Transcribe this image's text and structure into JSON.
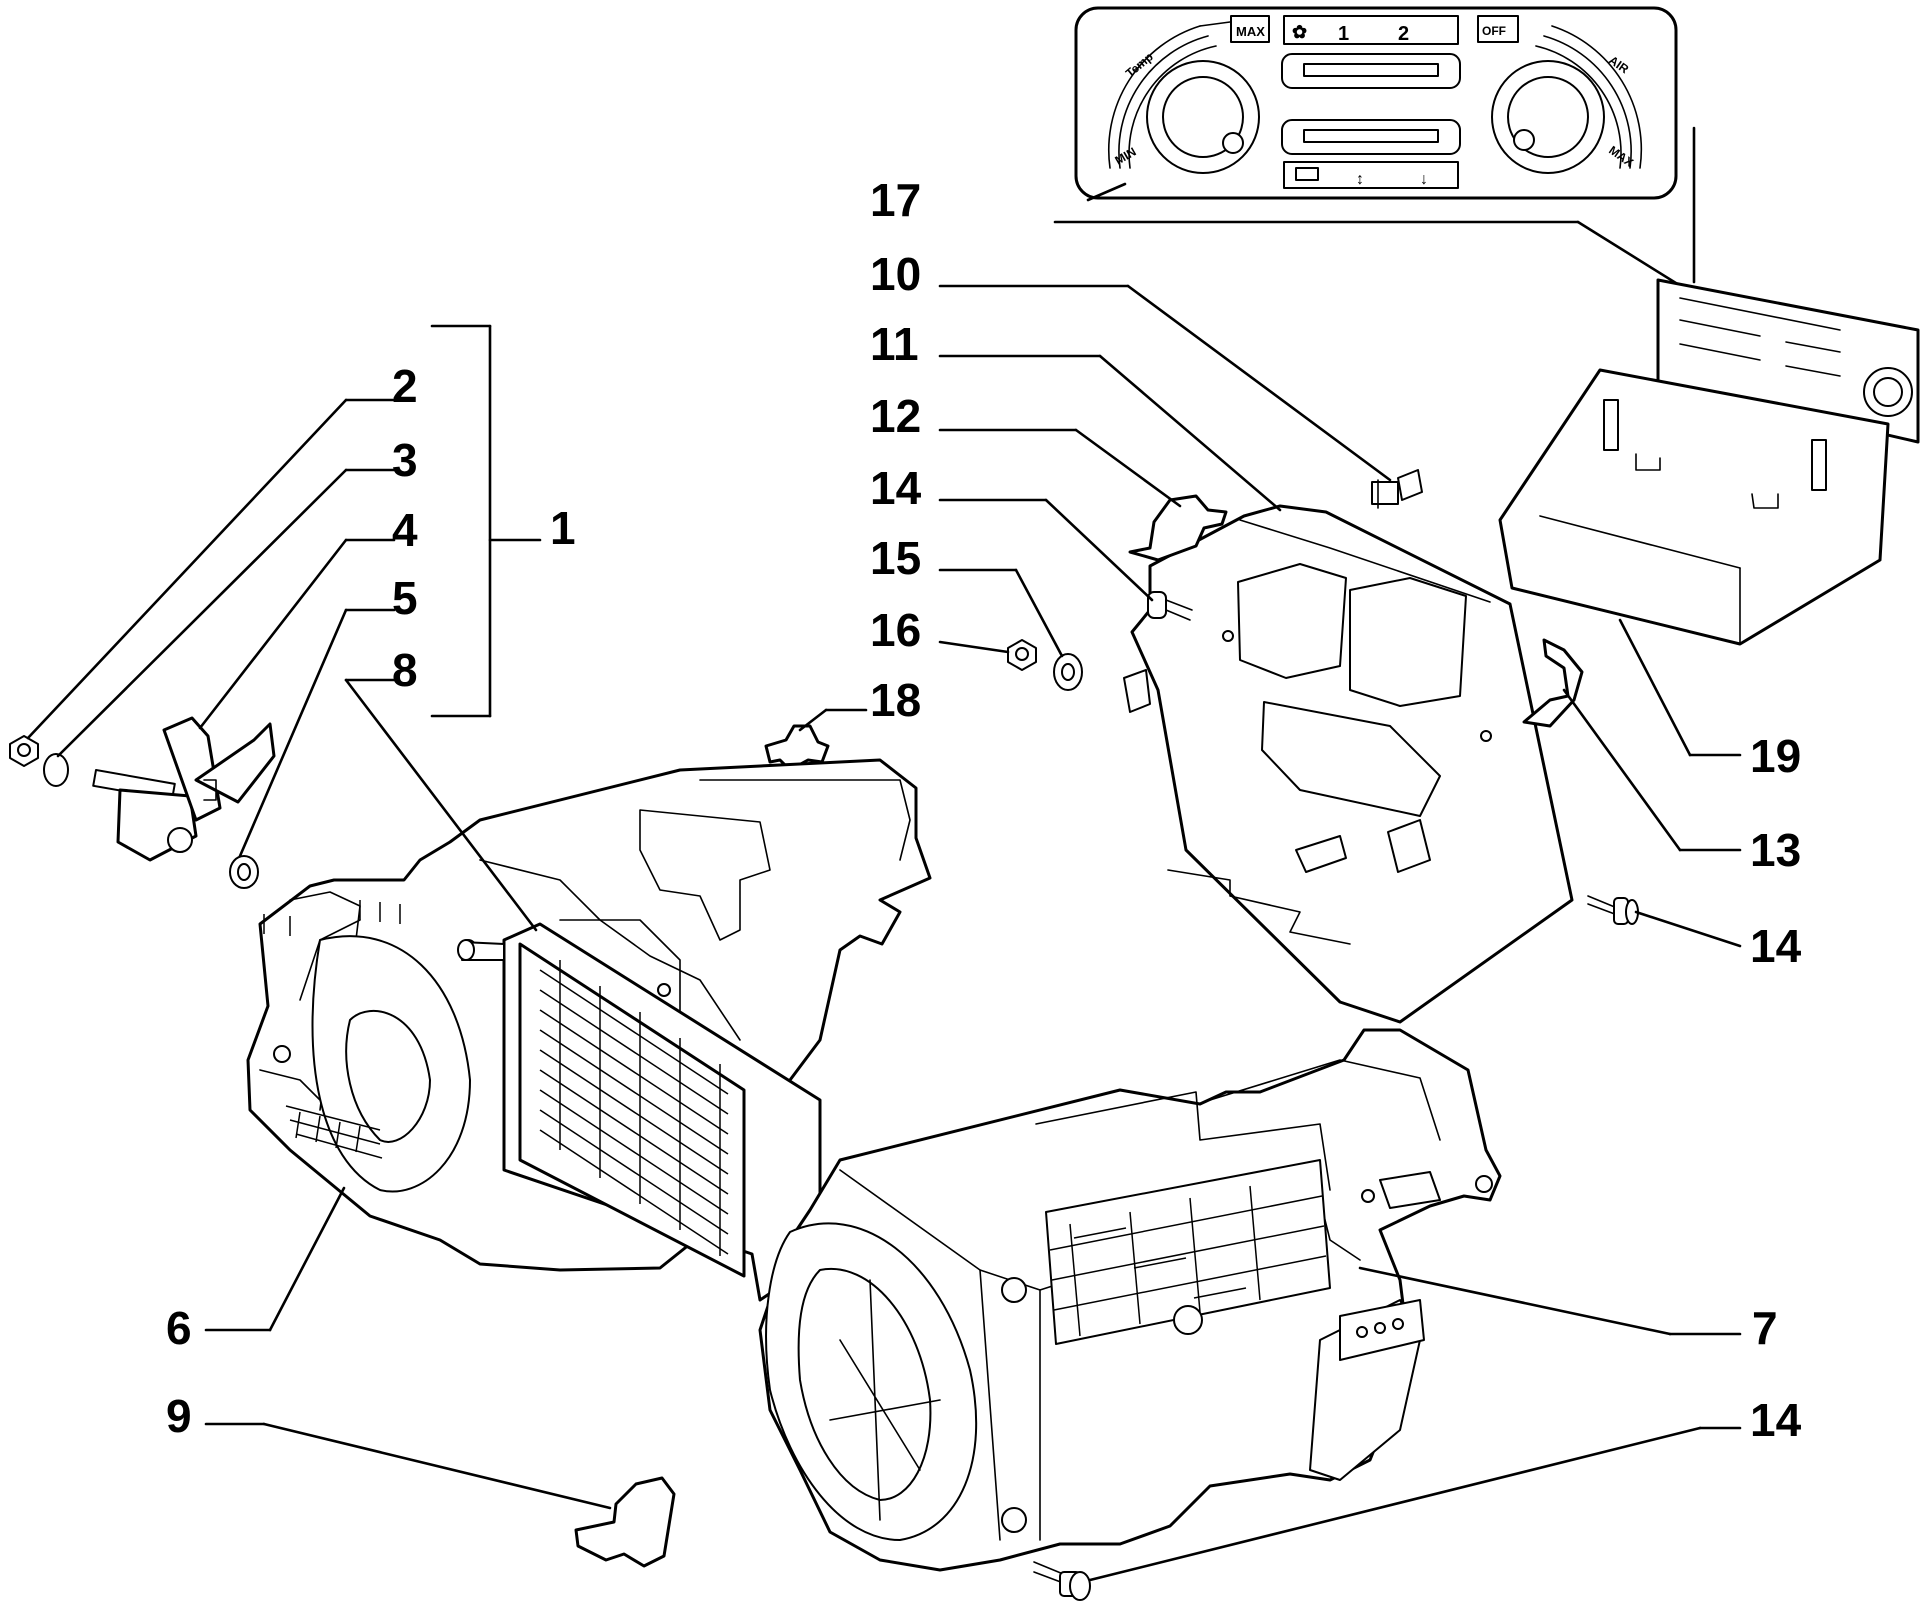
{
  "diagram": {
    "callouts": [
      {
        "id": "c17",
        "label": "17"
      },
      {
        "id": "c10",
        "label": "10"
      },
      {
        "id": "c11",
        "label": "11"
      },
      {
        "id": "c12",
        "label": "12"
      },
      {
        "id": "c14a",
        "label": "14"
      },
      {
        "id": "c15",
        "label": "15"
      },
      {
        "id": "c16",
        "label": "16"
      },
      {
        "id": "c18",
        "label": "18"
      },
      {
        "id": "c2",
        "label": "2"
      },
      {
        "id": "c3",
        "label": "3"
      },
      {
        "id": "c4",
        "label": "4"
      },
      {
        "id": "c5",
        "label": "5"
      },
      {
        "id": "c8",
        "label": "8"
      },
      {
        "id": "c1",
        "label": "1"
      },
      {
        "id": "c19",
        "label": "19"
      },
      {
        "id": "c13",
        "label": "13"
      },
      {
        "id": "c14b",
        "label": "14"
      },
      {
        "id": "c6",
        "label": "6"
      },
      {
        "id": "c7",
        "label": "7"
      },
      {
        "id": "c9",
        "label": "9"
      },
      {
        "id": "c14c",
        "label": "14"
      }
    ],
    "control_panel": {
      "fan_speeds": [
        "1",
        "2"
      ],
      "temp_label": "Temp",
      "max_left": "MAX",
      "min_left": "MIN",
      "off_label": "OFF",
      "air_label": "AIR",
      "max_right": "MAX"
    }
  }
}
